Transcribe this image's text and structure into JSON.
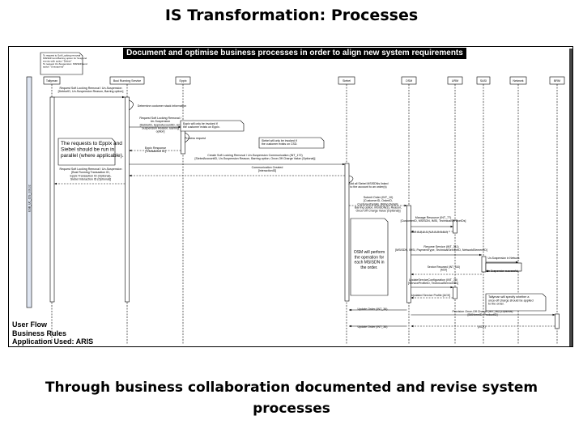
{
  "title": "IS Transformation: Processes",
  "banner": "Document and optimise business processes in order to align new system requirements",
  "top_note": [
    "To request to Soft Locking removal",
    "MSISDN and Barring option for Suspend",
    "events with action \"Delete\"",
    "To request Un-Suspension: MSISDN and",
    "action \"Unsuspend\""
  ],
  "side_label": "ESB_UC_CIS_006.02",
  "participants": [
    "Tallyman",
    "Busi Running Service",
    "Eppix",
    "Siebel",
    "OSM",
    "URM",
    "SASI",
    "Network",
    "BRM"
  ],
  "messages": [
    {
      "lines": [
        "Request Soft Locking Removal / Un-Suspension",
        "[DebtorID, Un-Suspension Reason, Barring option]"
      ]
    },
    {
      "lines": [
        "Determine customer stack information"
      ]
    },
    {
      "lines": [
        "Request Soft Locking Removal /",
        "Un-Suspension",
        "[DebtorID, EppixAccountID, Un-",
        "Suspension Reason, Barring",
        "option]"
      ]
    },
    {
      "lines": [
        "Process request"
      ]
    },
    {
      "lines": [
        "Eppix Response",
        "[Transaction ID]"
      ]
    },
    {
      "lines": [
        "Create Soft Locking Removal / Un-Suspension Communication (INT_172)",
        "[SiebelAccountID, Un-Suspension Reason, Barring option, Once-Off Charge Value (Optional)]"
      ]
    },
    {
      "lines": [
        "Communication Created",
        "[InteractionID]"
      ]
    },
    {
      "lines": [
        "Request Soft Locking Removal / Un-Suspension",
        "[Busi Running Transaction ID,",
        "Eppix Transaction ID (Optional),",
        "Siebel Interaction ID (Optional)]"
      ]
    },
    {
      "lines": [
        "Add all Siebel MSISDNs linked",
        "to the account to an order(s)"
      ]
    },
    {
      "lines": [
        "Submit Order (INT_10)",
        "[CustomerID, OrderID,",
        "CustomerDetails, Billing Details,",
        "Barring option, MSISDN(s), Reason,",
        "Once-Off Charge Value (Optional)]"
      ]
    },
    {
      "lines": [
        "Manage Resource (INT_77)",
        "[CustomerID, MSISDN, IMSI, TechnicalServiceIDs]"
      ]
    },
    {
      "lines": [
        "URM Response [ServiceProfileID]"
      ]
    },
    {
      "lines": [
        "Resume Service (INT_311)",
        "[MSISDN, IMSI, PaymentType, TechnicalServiceID, NetworkElementID]"
      ]
    },
    {
      "lines": [
        "Un-Suspension in Network"
      ]
    },
    {
      "lines": [
        "Un-Suspension successful"
      ]
    },
    {
      "lines": [
        "Service Resumed (INT_310)",
        "[ACK]"
      ]
    },
    {
      "lines": [
        "UpdateServiceConfiguration (INT_75)",
        "[ServiceProfileID, TechnicalServiceIDs]"
      ]
    },
    {
      "lines": [
        "Updated Service Profile [ACK]"
      ]
    },
    {
      "lines": [
        "Update Order (INT_36)"
      ]
    },
    {
      "lines": [
        "Provision Once-Off Charge (INT_96) (Optional)",
        "[BANnnnID, ProductID]"
      ]
    },
    {
      "lines": [
        "Update Order (INT_36)"
      ]
    },
    {
      "lines": [
        "[ACK]"
      ]
    }
  ],
  "notes": {
    "eppix": [
      "Eppix will only be invoked if",
      "the customer exists on Eppix."
    ],
    "siebel": [
      "Siebel will only be invoked if",
      "the customer exists on CSD."
    ],
    "parallel": [
      "The requests to Eppix and",
      "Siebel should be run in",
      "parallel (where applicable)."
    ],
    "osm": [
      "OSM will perform",
      "the operation for",
      "each MSISDN in",
      "the order."
    ],
    "tallyman": [
      "Tallyman will specify whether a",
      "once-off charge should be applied",
      "to the order."
    ]
  },
  "legend": [
    "User Flow",
    "Business Rules",
    "Application Used: ARIS"
  ],
  "footer": "Through business collaboration documented and revise system processes"
}
